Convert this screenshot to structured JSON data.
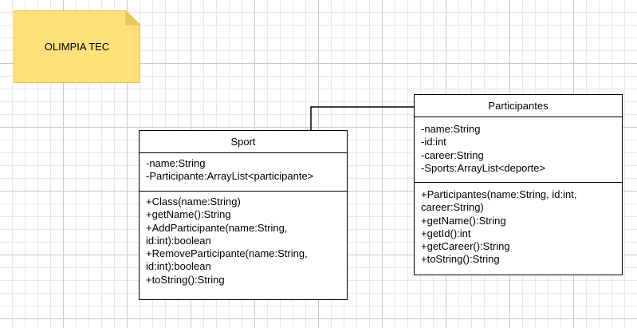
{
  "note": {
    "text": "OLIMPIA TEC",
    "fill_color": "#FFE07A",
    "border_color": "#E3C452"
  },
  "classes": {
    "sport": {
      "name": "Sport",
      "attributes": [
        "-name:String",
        "-Participante:ArrayList<participante>"
      ],
      "operations": [
        "+Class(name:String)",
        "+getName():String",
        "+AddParticipante(name:String,",
        "id:int):boolean",
        "+RemoveParticipante(name:String,",
        "id:int):boolean",
        "+toString():String"
      ]
    },
    "participantes": {
      "name": "Participantes",
      "attributes": [
        "-name:String",
        "-id:int",
        "-career:String",
        "-Sports:ArrayList<deporte>"
      ],
      "operations": [
        "+Participantes(name:String, id:int,",
        "career:String)",
        "+getName():String",
        "+getId():int",
        "+getCareer():String",
        "+toString():String"
      ]
    }
  }
}
